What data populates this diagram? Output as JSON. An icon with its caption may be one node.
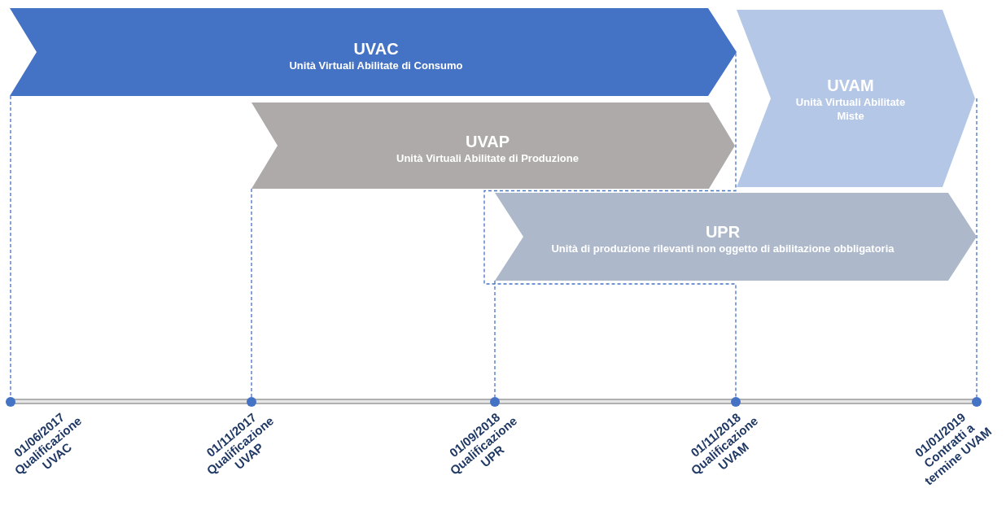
{
  "diagram": {
    "nodes": [
      {
        "text": [
          "UVAC",
          "Unità Virtuali Abilitate di Consumo"
        ]
      },
      {
        "text": [
          "UVAP",
          "Unità Virtuali Abilitate di Produzione"
        ]
      },
      {
        "text": [
          "UVAM",
          "Unità Virtuali Abilitate Miste"
        ]
      },
      {
        "text": [
          "UPR",
          "Unità di produzione rilevanti non oggetto di abilitazione obbligatoria"
        ]
      },
      {
        "text": [],
        "shape": "circle",
        "beside": [
          "01/06/2017 Qualificazione UVAC"
        ]
      },
      {
        "text": [],
        "shape": "circle",
        "beside": [
          "01/11/2017 Qualificazione UVAP"
        ]
      },
      {
        "text": [],
        "shape": "circle",
        "beside": [
          "01/09/2018 Qualificazione UPR"
        ]
      },
      {
        "text": [],
        "shape": "circle",
        "beside": [
          "01/11/2018 Qualificazione UVAM"
        ]
      },
      {
        "text": [],
        "shape": "circle",
        "beside": [
          "01/01/2019 Contratti a termine UVAM"
        ]
      }
    ],
    "edges": [
      {
        "from": 0,
        "to": 4,
        "arrow": "none",
        "style": "dashed"
      },
      {
        "from": 1,
        "to": 5,
        "arrow": "none",
        "style": "dashed"
      },
      {
        "from": 3,
        "to": 6,
        "arrow": "none",
        "style": "dashed"
      },
      {
        "from": 0,
        "to": 7,
        "arrow": "none",
        "style": "dashed"
      },
      {
        "from": 2,
        "to": 8,
        "arrow": "none",
        "style": "dashed"
      }
    ]
  }
}
